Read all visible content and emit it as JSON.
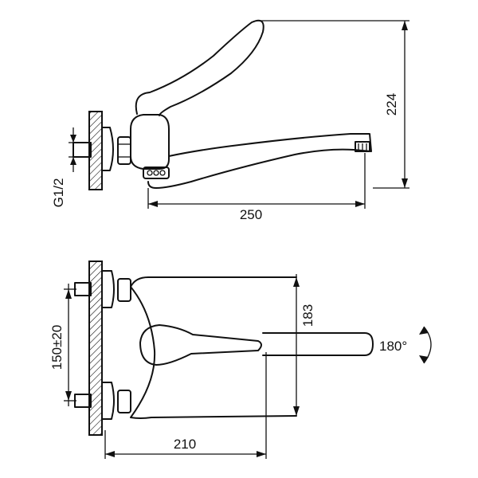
{
  "side_view": {
    "dim_height": "224",
    "dim_length": "250",
    "dim_thread": "G1/2"
  },
  "top_view": {
    "dim_spout_width": "183",
    "dim_inlet_spacing": "150±20",
    "dim_reach": "210",
    "dim_rotation": "180°"
  }
}
